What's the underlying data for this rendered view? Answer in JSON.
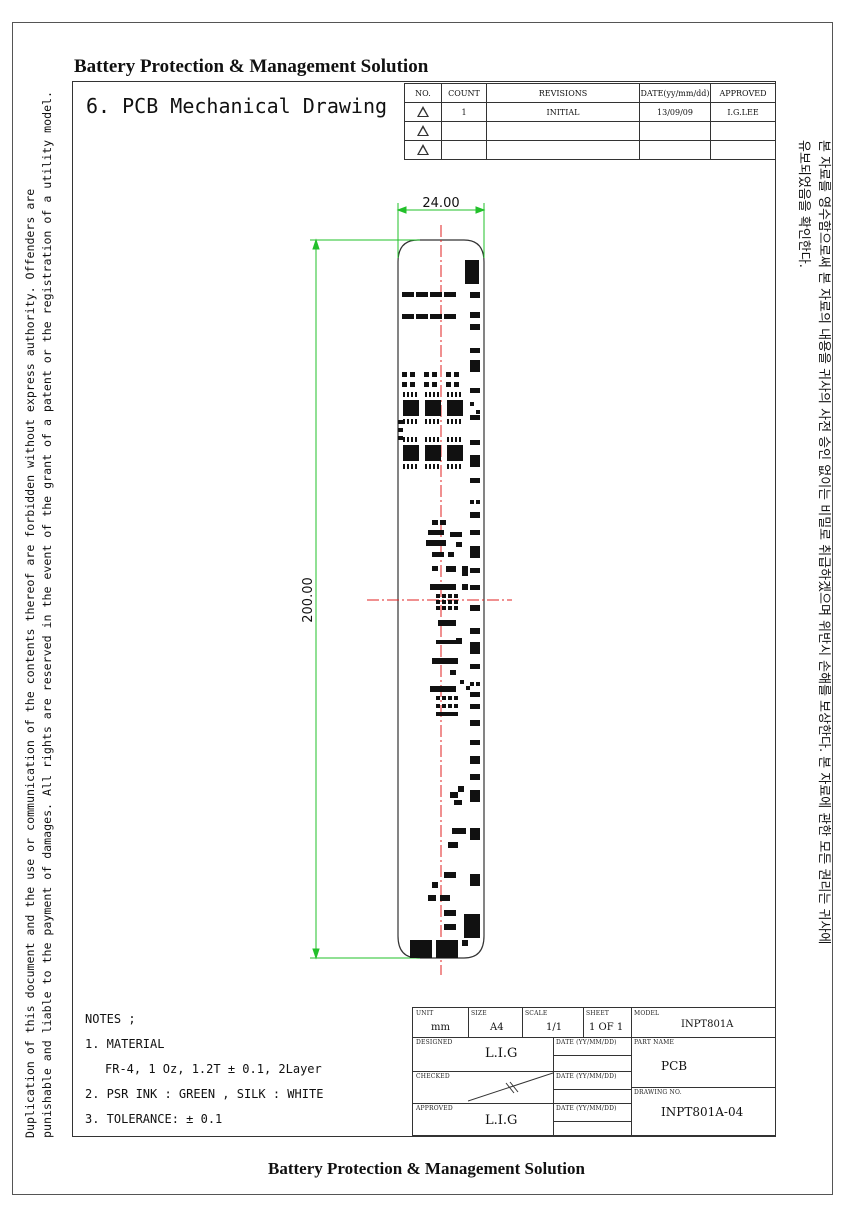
{
  "header": {
    "title": "Battery Protection & Management Solution"
  },
  "footer": {
    "title": "Battery Protection & Management Solution"
  },
  "section_title": "6. PCB Mechanical Drawing",
  "side_notice": {
    "line1": "Duplication of this document and the use or communication of the contents thereof are forbidden without express authority. Offenders are",
    "line2": "punishable and liable to the payment of damages. All rights are reserved in the event of the grant of a patent or the registration of a utility model."
  },
  "side_notice_kr": {
    "line1": "본 자료를 영수함으로써 본 자료의 내용을 귀사의 사전 승인 없이는 비밀로 취급하겠으며 위반시 손해를 보상한다. 본 자료에 관한 모든 권리는 귀사에",
    "line2": "유보되었음을 확인한다."
  },
  "revisions": {
    "headers": [
      "NO.",
      "COUNT",
      "REVISIONS",
      "DATE(yy/mm/dd)",
      "APPROVED"
    ],
    "rows": [
      {
        "count": "1",
        "revision": "INITIAL",
        "date": "13/09/09",
        "approved": "I.G.LEE"
      },
      {
        "count": "",
        "revision": "",
        "date": "",
        "approved": ""
      },
      {
        "count": "",
        "revision": "",
        "date": "",
        "approved": ""
      }
    ]
  },
  "dimensions": {
    "width": "24.00",
    "length": "200.00"
  },
  "notes": {
    "title": "NOTES ;",
    "items": [
      "1. MATERIAL",
      "FR-4, 1 Oz, 1.2T ± 0.1, 2Layer",
      "2. PSR INK : GREEN , SILK : WHITE",
      "3. TOLERANCE:  ±  0.1"
    ]
  },
  "title_block": {
    "unit_label": "UNIT",
    "unit": "mm",
    "size_label": "SIZE",
    "size": "A4",
    "scale_label": "SCALE",
    "scale": "1/1",
    "sheet_label": "SHEET",
    "sheet": "1 OF 1",
    "model_label": "MODEL",
    "model": "INPT801A",
    "designed_label": "DESIGNED",
    "designed": "L.I.G",
    "checked_label": "CHECKED",
    "approved_label": "APPROVED",
    "approved": "L.I.G",
    "date_label": "DATE (YY/MM/DD)",
    "part_name_label": "PART NAME",
    "part_name": "PCB",
    "drawing_no_label": "DRAWING NO.",
    "drawing_no": "INPT801A-04"
  },
  "colors": {
    "dimension_line": "#22c02a",
    "center_line": "#e02020",
    "pad": "#111111",
    "outline": "#333333"
  }
}
